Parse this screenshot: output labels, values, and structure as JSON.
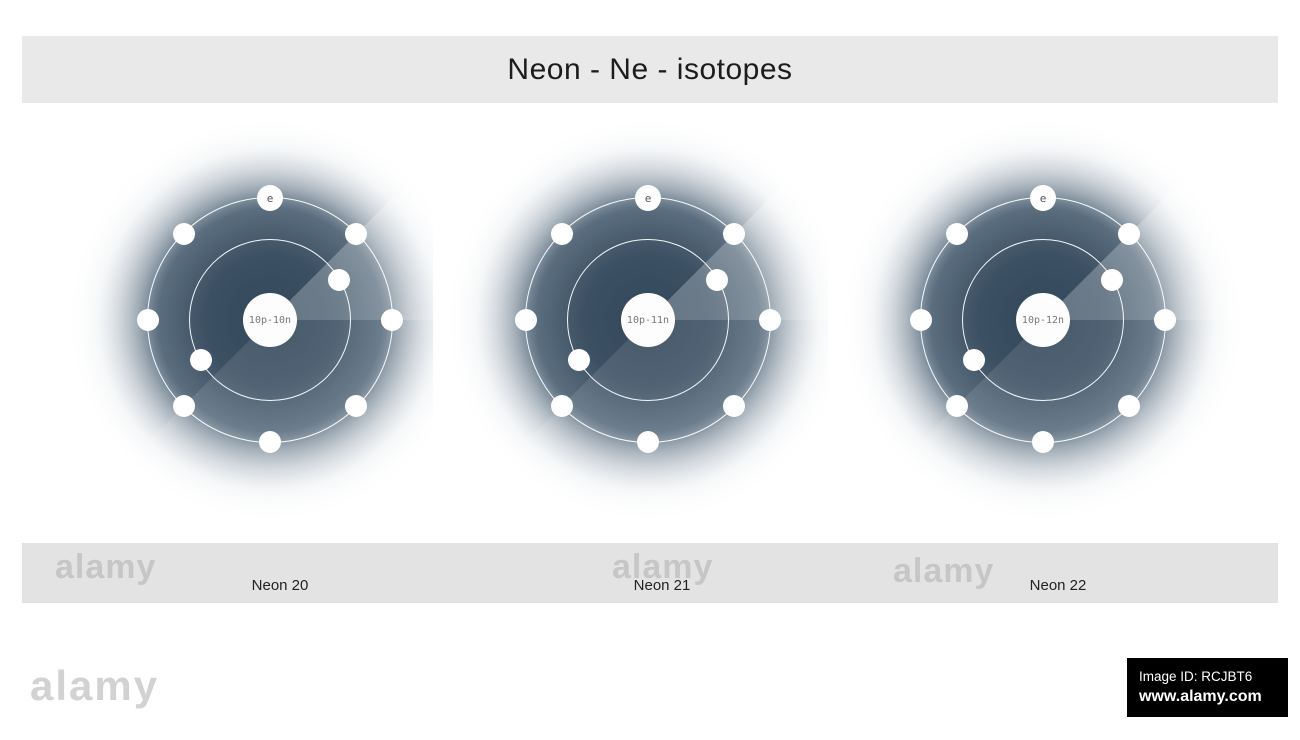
{
  "title": "Neon - Ne - isotopes",
  "atoms": [
    {
      "name": "Neon 20",
      "nucleus_label": "10p-10n",
      "electrons": [
        {
          "shell": "outer",
          "angle": 0,
          "label": "e"
        },
        {
          "shell": "outer",
          "angle": 45
        },
        {
          "shell": "outer",
          "angle": 90
        },
        {
          "shell": "outer",
          "angle": 135
        },
        {
          "shell": "outer",
          "angle": 180
        },
        {
          "shell": "outer",
          "angle": 225
        },
        {
          "shell": "outer",
          "angle": 270
        },
        {
          "shell": "outer",
          "angle": 315
        },
        {
          "shell": "inner",
          "angle": 60
        },
        {
          "shell": "inner",
          "angle": 240
        }
      ]
    },
    {
      "name": "Neon 21",
      "nucleus_label": "10p-11n",
      "electrons": [
        {
          "shell": "outer",
          "angle": 0,
          "label": "e"
        },
        {
          "shell": "outer",
          "angle": 45
        },
        {
          "shell": "outer",
          "angle": 90
        },
        {
          "shell": "outer",
          "angle": 135
        },
        {
          "shell": "outer",
          "angle": 180
        },
        {
          "shell": "outer",
          "angle": 225
        },
        {
          "shell": "outer",
          "angle": 270
        },
        {
          "shell": "outer",
          "angle": 315
        },
        {
          "shell": "inner",
          "angle": 60
        },
        {
          "shell": "inner",
          "angle": 240
        }
      ]
    },
    {
      "name": "Neon 22",
      "nucleus_label": "10p-12n",
      "electrons": [
        {
          "shell": "outer",
          "angle": 0,
          "label": "e"
        },
        {
          "shell": "outer",
          "angle": 45
        },
        {
          "shell": "outer",
          "angle": 90
        },
        {
          "shell": "outer",
          "angle": 135
        },
        {
          "shell": "outer",
          "angle": 180
        },
        {
          "shell": "outer",
          "angle": 225
        },
        {
          "shell": "outer",
          "angle": 270
        },
        {
          "shell": "outer",
          "angle": 315
        },
        {
          "shell": "inner",
          "angle": 60
        },
        {
          "shell": "inner",
          "angle": 240
        }
      ]
    }
  ],
  "watermarks": {
    "brand": "alamy",
    "image_id": "Image ID: RCJBT6",
    "site": "www.alamy.com",
    "scattered": [
      "alamy",
      "alamy",
      "alamy"
    ]
  },
  "colors": {
    "tile_center": "#32475a",
    "tile_mid": "#5f7283",
    "header_bg": "#e9e9e9",
    "footer_bg": "#e3e3e3",
    "id_box_bg": "#000000",
    "id_box_text": "#ffffff"
  }
}
